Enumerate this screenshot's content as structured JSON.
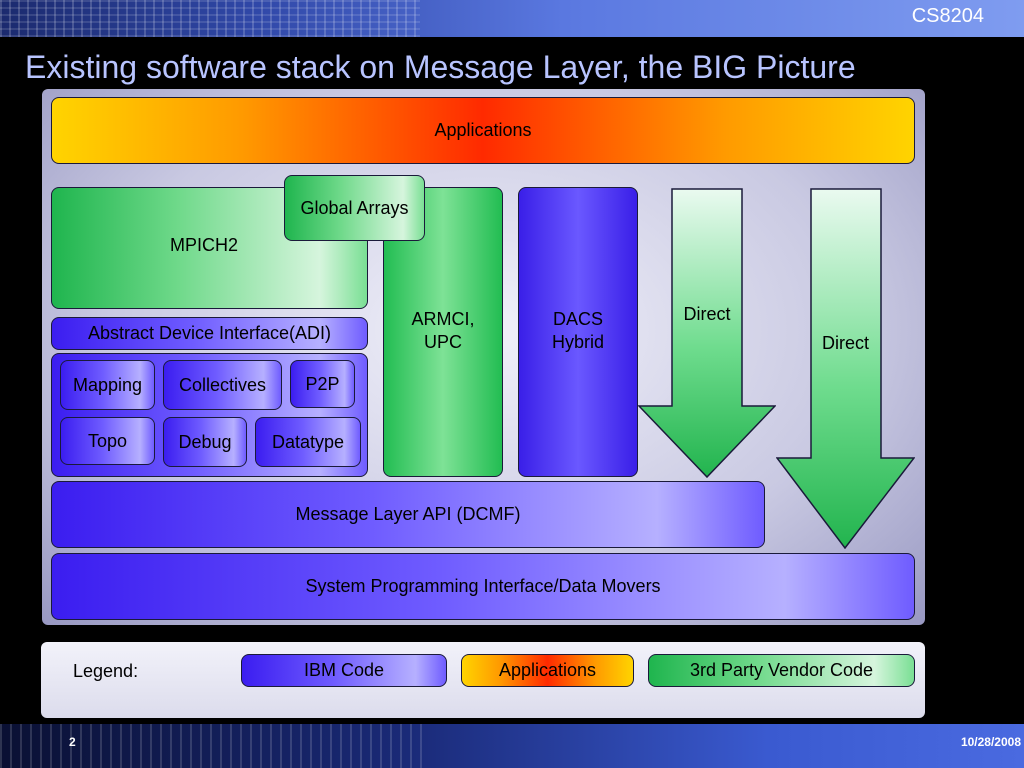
{
  "header": {
    "course_code": "CS8204"
  },
  "title": "Existing software stack on Message Layer, the BIG Picture",
  "diagram": {
    "applications": "Applications",
    "mpich2": "MPICH2",
    "global_arrays": "Global Arrays",
    "armci_upc": "ARMCI,\nUPC",
    "dacs_hybrid": "DACS\nHybrid",
    "direct_1": "Direct",
    "direct_2": "Direct",
    "adi": "Abstract Device Interface(ADI)",
    "mapping": "Mapping",
    "collectives": "Collectives",
    "p2p": "P2P",
    "topo": "Topo",
    "debug": "Debug",
    "datatype": "Datatype",
    "message_layer": "Message Layer API (DCMF)",
    "spi": "System Programming Interface/Data Movers"
  },
  "legend": {
    "label": "Legend:",
    "ibm_code": "IBM Code",
    "applications": "Applications",
    "third_party": "3rd Party Vendor Code"
  },
  "colors": {
    "ibm_code": "#5a3cff",
    "applications": "#ff3a00",
    "third_party": "#3ccf6a"
  },
  "footer": {
    "page_number": "2",
    "date": "10/28/2008"
  }
}
